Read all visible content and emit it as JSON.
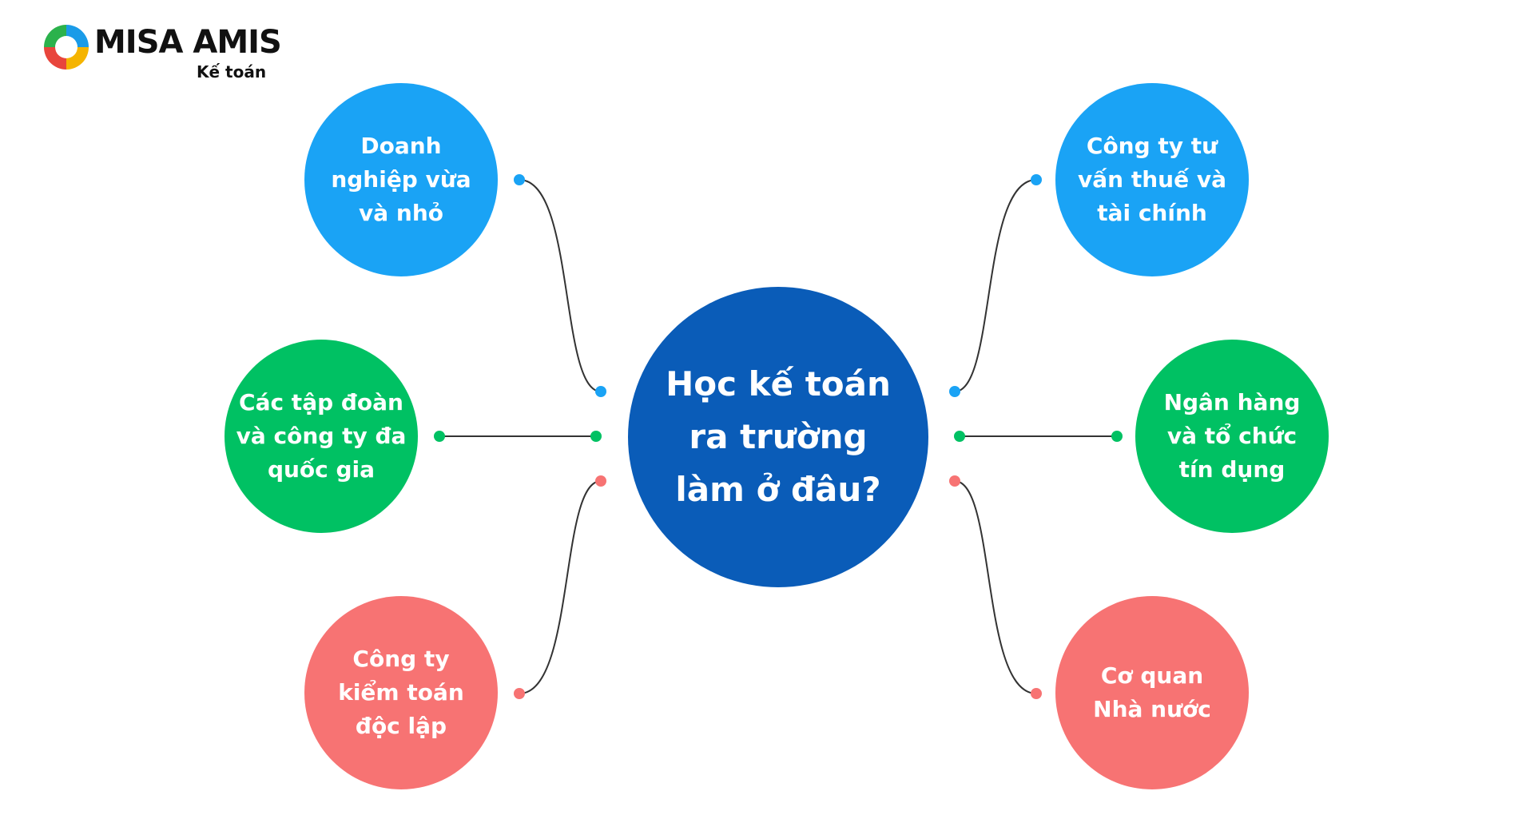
{
  "logo": {
    "brand": "MISA AMIS",
    "sub": "Kế toán"
  },
  "center": {
    "label": "Học kế toán\nra trường\nlàm ở đâu?"
  },
  "nodes": {
    "sme": "Doanh\nnghiệp vừa\nvà nhỏ",
    "corp": "Các tập đoàn\nvà công ty đa\nquốc gia",
    "audit": "Công ty\nkiểm toán\nđộc lập",
    "tax": "Công ty tư\nvấn thuế và\ntài chính",
    "bank": "Ngân hàng\nvà tổ chức\ntín dụng",
    "gov": "Cơ quan\nNhà nước"
  },
  "colors": {
    "center": "#0a5cb8",
    "blue": "#1aa3f5",
    "green": "#00c163",
    "red": "#f77373",
    "line": "#333333"
  }
}
